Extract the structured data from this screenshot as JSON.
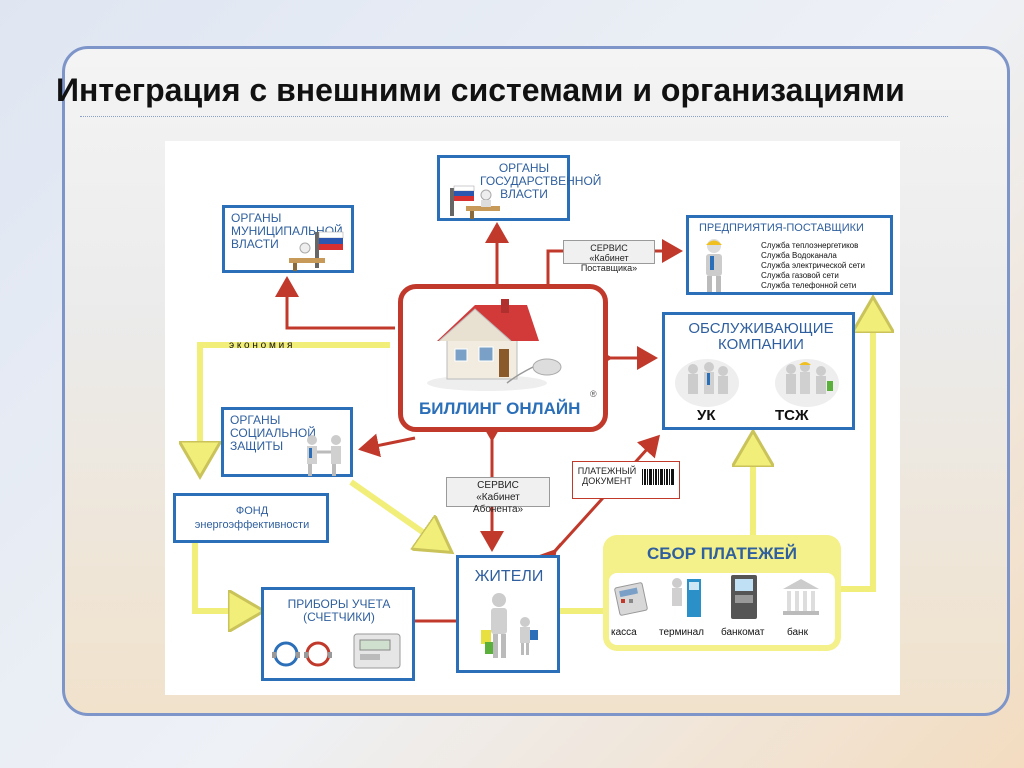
{
  "slide": {
    "title": "Интеграция с внешними системами и организациями"
  },
  "nodes": {
    "gov": {
      "label": "ОРГАНЫ ГОСУДАРСТВЕННОЙ ВЛАСТИ"
    },
    "muni": {
      "label": "ОРГАНЫ МУНИЦИПАЛЬНОЙ ВЛАСТИ"
    },
    "suppliers": {
      "title": "ПРЕДПРИЯТИЯ-ПОСТАВЩИКИ",
      "items": [
        "Служба теплоэнергетиков",
        "Служба Водоканала",
        "Служба электрической сети",
        "Служба газовой сети",
        "Служба телефонной сети"
      ]
    },
    "billing": {
      "label": "БИЛЛИНГ ОНЛАЙН",
      "mark": "®"
    },
    "service_companies": {
      "title": "ОБСЛУЖИВАЮЩИЕ КОМПАНИИ",
      "uk": "УК",
      "tszh": "ТСЖ"
    },
    "social": {
      "label": "ОРГАНЫ СОЦИАЛЬНОЙ ЗАЩИТЫ"
    },
    "fund": {
      "label": "ФОНД энергоэффективности"
    },
    "residents": {
      "label": "ЖИТЕЛИ"
    },
    "meters": {
      "label": "ПРИБОРЫ УЧЕТА (СЧЕТЧИКИ)"
    },
    "payments": {
      "title": "СБОР ПЛАТЕЖЕЙ",
      "items": [
        "касса",
        "терминал",
        "банкомат",
        "банк"
      ]
    }
  },
  "labels": {
    "supplier_service": {
      "line1": "СЕРВИС",
      "line2": "«Кабинет Поставщика»"
    },
    "subscriber_service": {
      "line1": "СЕРВИС",
      "line2": "«Кабинет Абонента»"
    },
    "economy": "э к о н о м и я",
    "payment_doc": "ПЛАТЕЖНЫЙ ДОКУМЕНТ"
  },
  "colors": {
    "red": "#c0392b",
    "blue": "#2b6fb8",
    "yellow": "#f4f08a",
    "frame": "#7e95c9"
  }
}
